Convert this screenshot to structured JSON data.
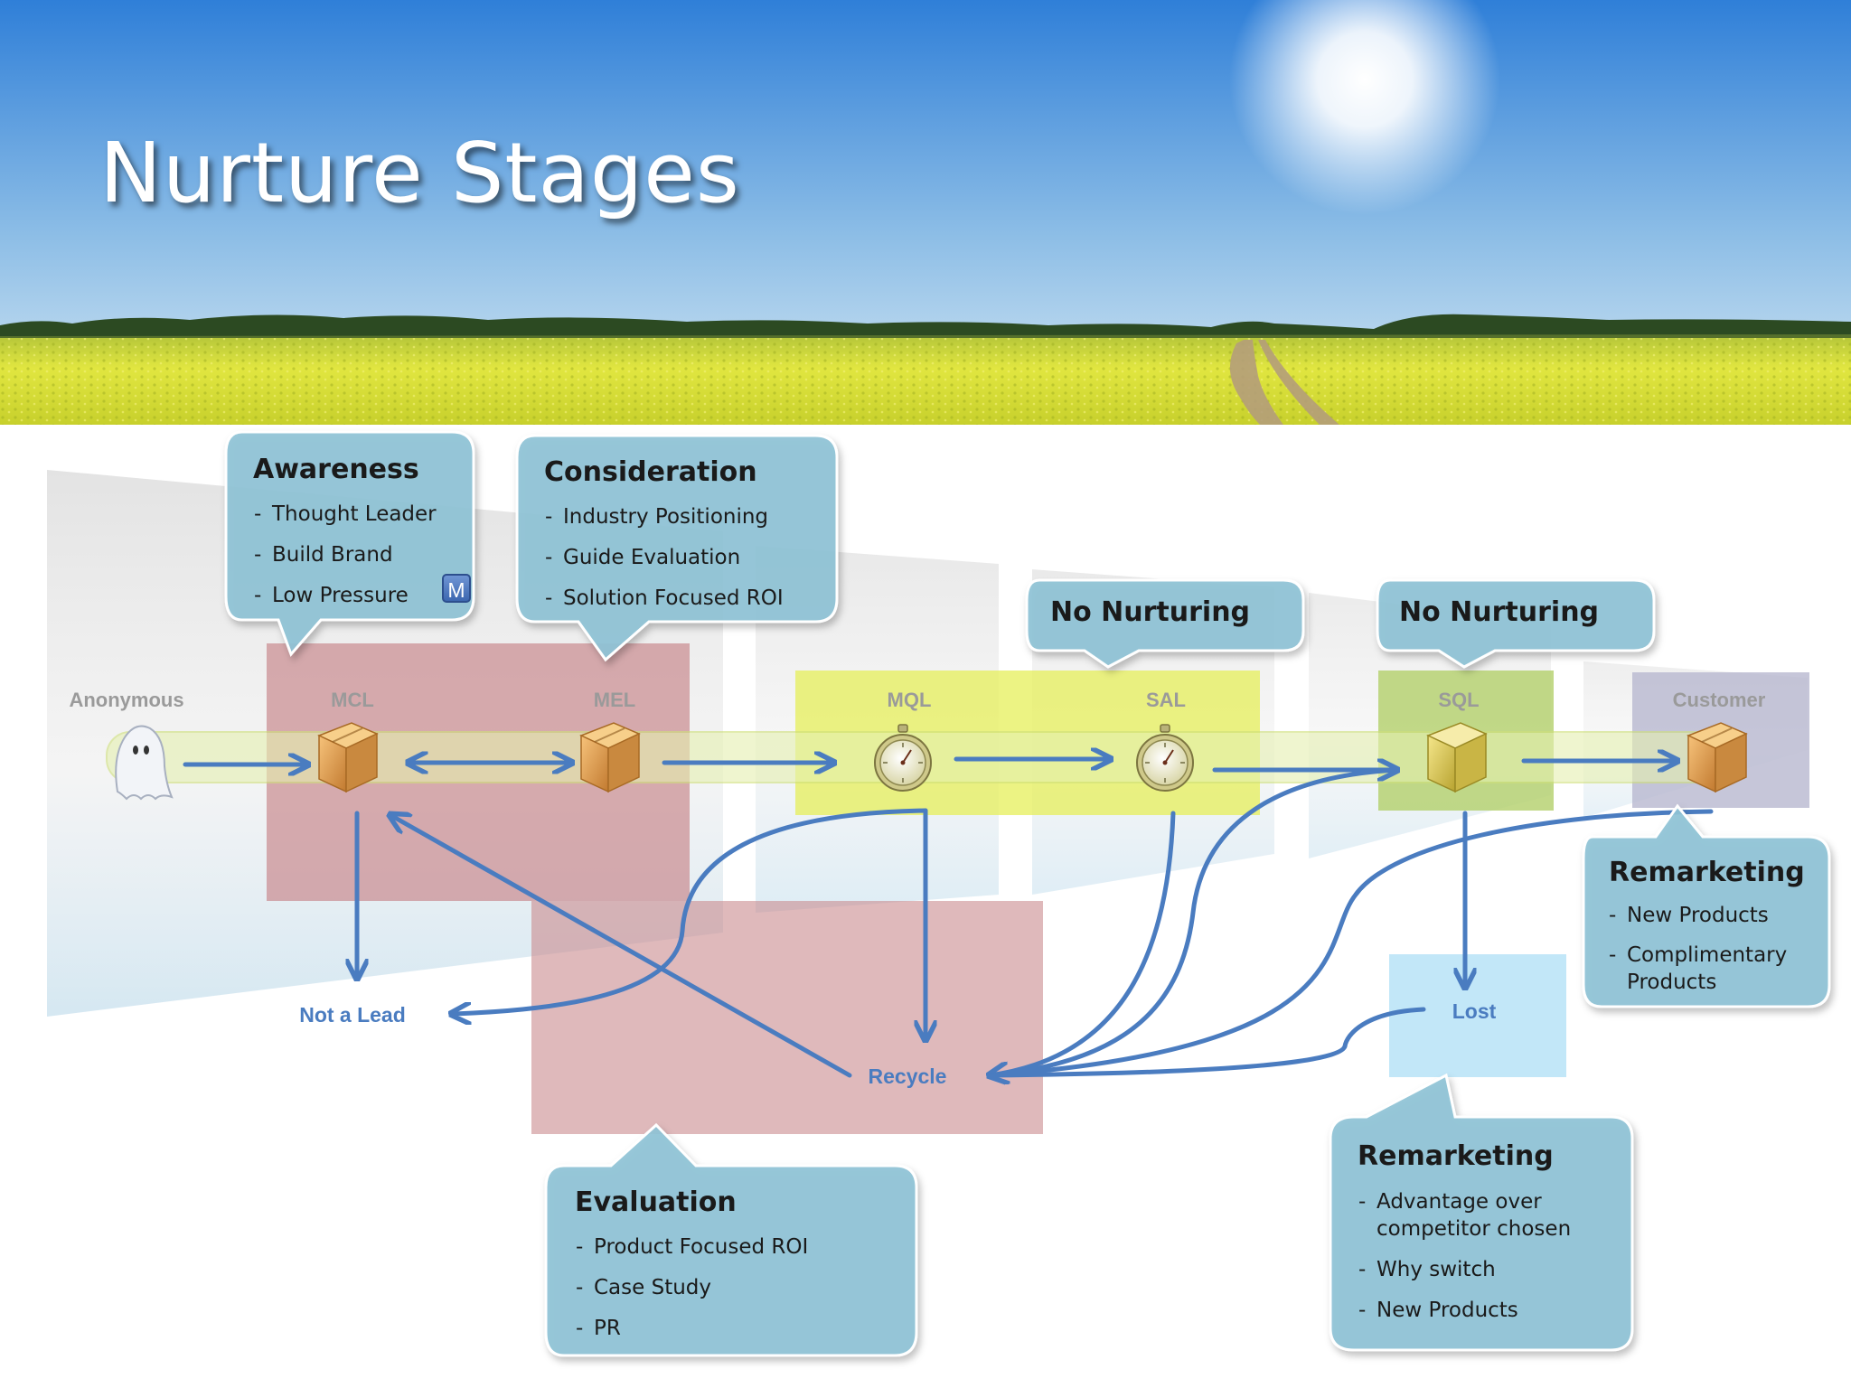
{
  "title": "Nurture Stages",
  "badge": "M",
  "stages": {
    "anonymous": "Anonymous",
    "mcl": "MCL",
    "mel": "MEL",
    "mql": "MQL",
    "sal": "SAL",
    "sql": "SQL",
    "customer": "Customer"
  },
  "outcomes": {
    "not_a_lead": "Not a Lead",
    "recycle": "Recycle",
    "lost": "Lost"
  },
  "callouts": {
    "awareness": {
      "title": "Awareness",
      "items": [
        "Thought Leader",
        "Build Brand",
        "Low Pressure"
      ]
    },
    "consideration": {
      "title": "Consideration",
      "items": [
        "Industry Positioning",
        "Guide Evaluation",
        "Solution Focused ROI"
      ]
    },
    "no_nurturing_sal": {
      "title": "No Nurturing"
    },
    "no_nurturing_sql": {
      "title": "No Nurturing"
    },
    "remarketing_customer": {
      "title": "Remarketing",
      "items": [
        "New Products",
        "Complimentary",
        "Products"
      ]
    },
    "evaluation": {
      "title": "Evaluation",
      "items": [
        "Product Focused ROI",
        "Case Study",
        "PR"
      ]
    },
    "remarketing_lost": {
      "title": "Remarketing",
      "items": [
        "Advantage over",
        "competitor chosen",
        "Why switch",
        "New Products"
      ]
    }
  },
  "colors": {
    "callout_fill": "#8fc3d6",
    "arrow": "#4a7cc0",
    "marketing_zone": "#c98a8e",
    "qualified_zone": "#e6ef5a",
    "sql_zone": "#b3cf6a",
    "customer_zone": "#b8b8cf",
    "lost_zone": "#bfe6f8",
    "title_text": "#ffffff"
  },
  "icons": {
    "anonymous": "ghost-icon",
    "mcl": "box-icon",
    "mel": "box-icon",
    "mql": "stopwatch-icon",
    "sal": "stopwatch-icon",
    "sql": "box-icon",
    "customer": "box-icon"
  }
}
